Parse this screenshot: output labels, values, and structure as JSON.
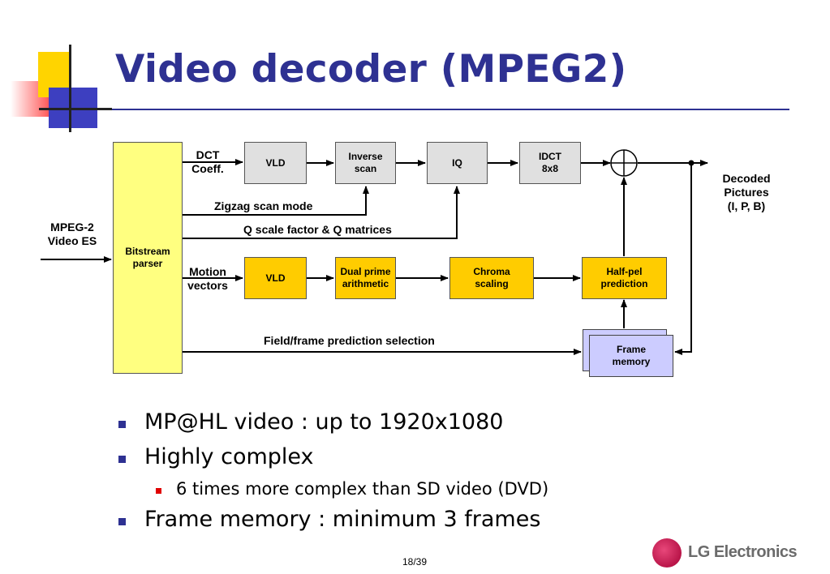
{
  "slide": {
    "title": "Video decoder (MPEG2)",
    "page_number": "18/39"
  },
  "diagram": {
    "input_label_line1": "MPEG-2",
    "input_label_line2": "Video ES",
    "parser": "Bitstream parser",
    "dct_label_line1": "DCT",
    "dct_label_line2": "Coeff.",
    "motion_label_line1": "Motion",
    "motion_label_line2": "vectors",
    "zigzag_label": "Zigzag scan mode",
    "qscale_label": "Q scale factor & Q matrices",
    "fieldframe_label": "Field/frame prediction selection",
    "top_blocks": {
      "vld": "VLD",
      "inverse_scan": "Inverse scan",
      "iq": "IQ",
      "idct_line1": "IDCT",
      "idct_line2": "8x8"
    },
    "bottom_blocks": {
      "vld": "VLD",
      "dual_prime": "Dual prime arithmetic",
      "chroma": "Chroma scaling",
      "halfpel": "Half-pel prediction"
    },
    "frame_memory": "Frame memory",
    "output_line1": "Decoded",
    "output_line2": "Pictures",
    "output_line3": "(I, P, B)"
  },
  "bullets": {
    "b1": "MP@HL video : up to 1920x1080",
    "b2": "Highly complex",
    "b2_sub": "6 times more complex than SD video (DVD)",
    "b3": "Frame memory : minimum 3 frames"
  },
  "logo": {
    "text": "LG Electronics"
  },
  "colors": {
    "title": "#2e3192",
    "block_yellow": "#ffcc00",
    "parser_yellow": "#ffff80",
    "block_grey": "#e0e0e0",
    "frame_memory": "#ccccff"
  }
}
